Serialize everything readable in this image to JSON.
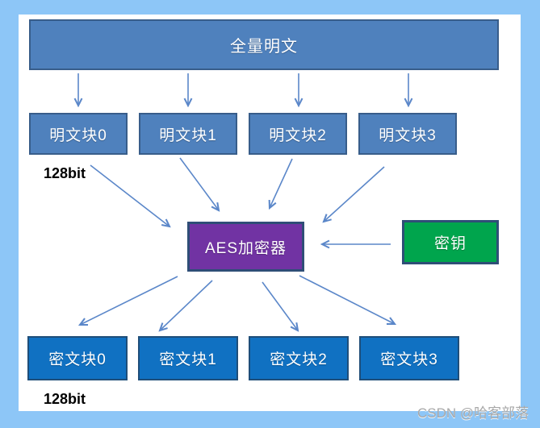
{
  "diagram": {
    "full_plaintext": {
      "label": "全量明文"
    },
    "plaintext_blocks": [
      {
        "label": "明文块0"
      },
      {
        "label": "明文块1"
      },
      {
        "label": "明文块2"
      },
      {
        "label": "明文块3"
      }
    ],
    "block_size_top": "128bit",
    "encryptor": {
      "label": "AES加密器"
    },
    "key": {
      "label": "密钥"
    },
    "ciphertext_blocks": [
      {
        "label": "密文块0"
      },
      {
        "label": "密文块1"
      },
      {
        "label": "密文块2"
      },
      {
        "label": "密文块3"
      }
    ],
    "block_size_bottom": "128bit",
    "edges": [
      {
        "from": "全量明文",
        "to": "明文块0"
      },
      {
        "from": "全量明文",
        "to": "明文块1"
      },
      {
        "from": "全量明文",
        "to": "明文块2"
      },
      {
        "from": "全量明文",
        "to": "明文块3"
      },
      {
        "from": "明文块0",
        "to": "AES加密器"
      },
      {
        "from": "明文块1",
        "to": "AES加密器"
      },
      {
        "from": "明文块2",
        "to": "AES加密器"
      },
      {
        "from": "明文块3",
        "to": "AES加密器"
      },
      {
        "from": "密钥",
        "to": "AES加密器"
      },
      {
        "from": "AES加密器",
        "to": "密文块0"
      },
      {
        "from": "AES加密器",
        "to": "密文块1"
      },
      {
        "from": "AES加密器",
        "to": "密文块2"
      },
      {
        "from": "AES加密器",
        "to": "密文块3"
      }
    ],
    "colors": {
      "background": "#8dc6f7",
      "panel": "#ffffff",
      "plaintext_fill": "#4f81bd",
      "plaintext_border": "#385d8a",
      "ciphertext_fill": "#1071c2",
      "ciphertext_border": "#1f4e79",
      "encryptor_fill": "#7133a3",
      "key_fill": "#00a54d",
      "dark_border": "#2f4e77",
      "arrow": "#5b87c9",
      "watermark_color": "#a9a9a9"
    }
  },
  "watermark": {
    "text": "CSDN @哈客部落"
  }
}
